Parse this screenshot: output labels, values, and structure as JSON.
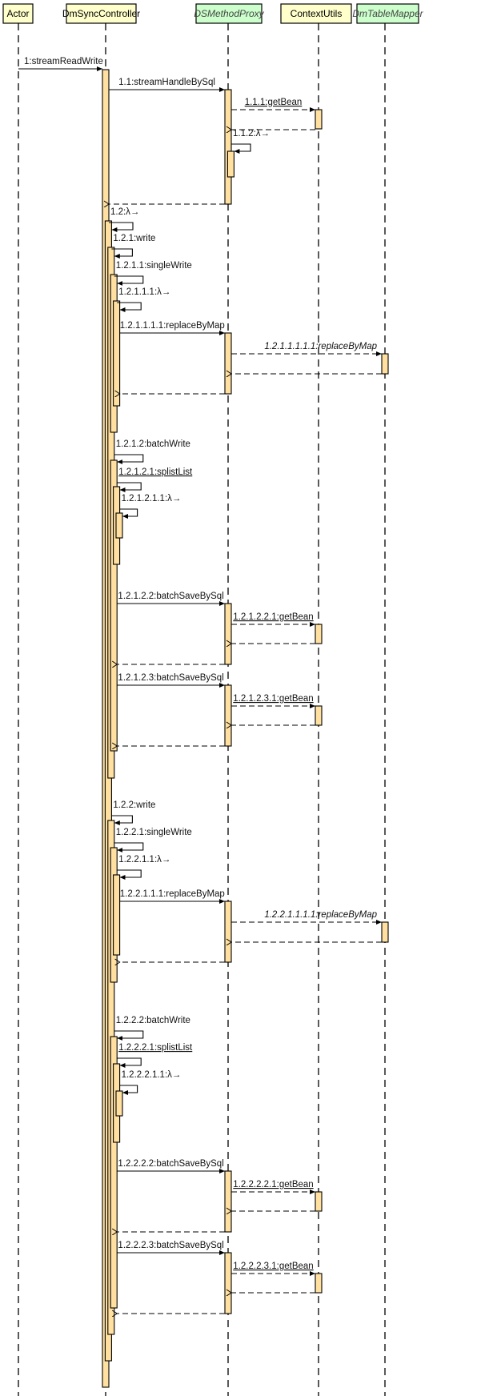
{
  "participants": [
    {
      "id": "actor",
      "name": "Actor",
      "kind": "actor"
    },
    {
      "id": "controller",
      "name": "DmSyncController",
      "kind": "class"
    },
    {
      "id": "proxy",
      "name": "DSMethodProxy",
      "kind": "interface"
    },
    {
      "id": "context",
      "name": "ContextUtils",
      "kind": "class"
    },
    {
      "id": "mapper",
      "name": "DmTableMapper",
      "kind": "interface"
    }
  ],
  "messages": [
    {
      "label": "1:streamReadWrite",
      "from": "actor",
      "to": "controller",
      "type": "call"
    },
    {
      "label": "1.1:streamHandleBySql",
      "from": "controller",
      "to": "proxy",
      "type": "call"
    },
    {
      "label": "1.1.1:getBean",
      "from": "proxy",
      "to": "context",
      "type": "static-call",
      "underline": true
    },
    {
      "label": "",
      "from": "context",
      "to": "proxy",
      "type": "return"
    },
    {
      "label": "1.1.2:λ→",
      "from": "proxy",
      "to": "proxy",
      "type": "self"
    },
    {
      "label": "",
      "from": "proxy",
      "to": "controller",
      "type": "return"
    },
    {
      "label": "1.2:λ→",
      "from": "controller",
      "to": "controller",
      "type": "self"
    },
    {
      "label": "1.2.1:write",
      "from": "controller",
      "to": "controller",
      "type": "self"
    },
    {
      "label": "1.2.1.1:singleWrite",
      "from": "controller",
      "to": "controller",
      "type": "self"
    },
    {
      "label": "1.2.1.1.1:λ→",
      "from": "controller",
      "to": "controller",
      "type": "self"
    },
    {
      "label": "1.2.1.1.1.1:replaceByMap",
      "from": "controller",
      "to": "proxy",
      "type": "call"
    },
    {
      "label": "1.2.1.1.1.1.1:replaceByMap",
      "from": "proxy",
      "to": "mapper",
      "type": "async",
      "italic": true
    },
    {
      "label": "",
      "from": "mapper",
      "to": "proxy",
      "type": "return"
    },
    {
      "label": "",
      "from": "proxy",
      "to": "controller",
      "type": "return"
    },
    {
      "label": "1.2.1.2:batchWrite",
      "from": "controller",
      "to": "controller",
      "type": "self"
    },
    {
      "label": "1.2.1.2.1:splistList",
      "from": "controller",
      "to": "controller",
      "type": "self",
      "underline": true
    },
    {
      "label": "1.2.1.2.1.1:λ→",
      "from": "controller",
      "to": "controller",
      "type": "self"
    },
    {
      "label": "1.2.1.2.2:batchSaveBySql",
      "from": "controller",
      "to": "proxy",
      "type": "call"
    },
    {
      "label": "1.2.1.2.2.1:getBean",
      "from": "proxy",
      "to": "context",
      "type": "static-call",
      "underline": true
    },
    {
      "label": "",
      "from": "context",
      "to": "proxy",
      "type": "return"
    },
    {
      "label": "",
      "from": "proxy",
      "to": "controller",
      "type": "return"
    },
    {
      "label": "1.2.1.2.3:batchSaveBySql",
      "from": "controller",
      "to": "proxy",
      "type": "call"
    },
    {
      "label": "1.2.1.2.3.1:getBean",
      "from": "proxy",
      "to": "context",
      "type": "static-call",
      "underline": true
    },
    {
      "label": "",
      "from": "context",
      "to": "proxy",
      "type": "return"
    },
    {
      "label": "",
      "from": "proxy",
      "to": "controller",
      "type": "return"
    },
    {
      "label": "1.2.2:write",
      "from": "controller",
      "to": "controller",
      "type": "self"
    },
    {
      "label": "1.2.2.1:singleWrite",
      "from": "controller",
      "to": "controller",
      "type": "self"
    },
    {
      "label": "1.2.2.1.1:λ→",
      "from": "controller",
      "to": "controller",
      "type": "self"
    },
    {
      "label": "1.2.2.1.1.1:replaceByMap",
      "from": "controller",
      "to": "proxy",
      "type": "call"
    },
    {
      "label": "1.2.2.1.1.1.1:replaceByMap",
      "from": "proxy",
      "to": "mapper",
      "type": "async",
      "italic": true
    },
    {
      "label": "",
      "from": "mapper",
      "to": "proxy",
      "type": "return"
    },
    {
      "label": "",
      "from": "proxy",
      "to": "controller",
      "type": "return"
    },
    {
      "label": "1.2.2.2:batchWrite",
      "from": "controller",
      "to": "controller",
      "type": "self"
    },
    {
      "label": "1.2.2.2.1:splistList",
      "from": "controller",
      "to": "controller",
      "type": "self",
      "underline": true
    },
    {
      "label": "1.2.2.2.1.1:λ→",
      "from": "controller",
      "to": "controller",
      "type": "self"
    },
    {
      "label": "1.2.2.2.2:batchSaveBySql",
      "from": "controller",
      "to": "proxy",
      "type": "call"
    },
    {
      "label": "1.2.2.2.2.1:getBean",
      "from": "proxy",
      "to": "context",
      "type": "static-call",
      "underline": true
    },
    {
      "label": "",
      "from": "context",
      "to": "proxy",
      "type": "return"
    },
    {
      "label": "",
      "from": "proxy",
      "to": "controller",
      "type": "return"
    },
    {
      "label": "1.2.2.2.3:batchSaveBySql",
      "from": "controller",
      "to": "proxy",
      "type": "call"
    },
    {
      "label": "1.2.2.2.3.1:getBean",
      "from": "proxy",
      "to": "context",
      "type": "static-call",
      "underline": true
    },
    {
      "label": "",
      "from": "context",
      "to": "proxy",
      "type": "return"
    },
    {
      "label": "",
      "from": "proxy",
      "to": "controller",
      "type": "return"
    }
  ],
  "colors": {
    "class_header": "#ffffcc",
    "interface_header": "#ccffcc",
    "activation": "#ffe0a0"
  }
}
